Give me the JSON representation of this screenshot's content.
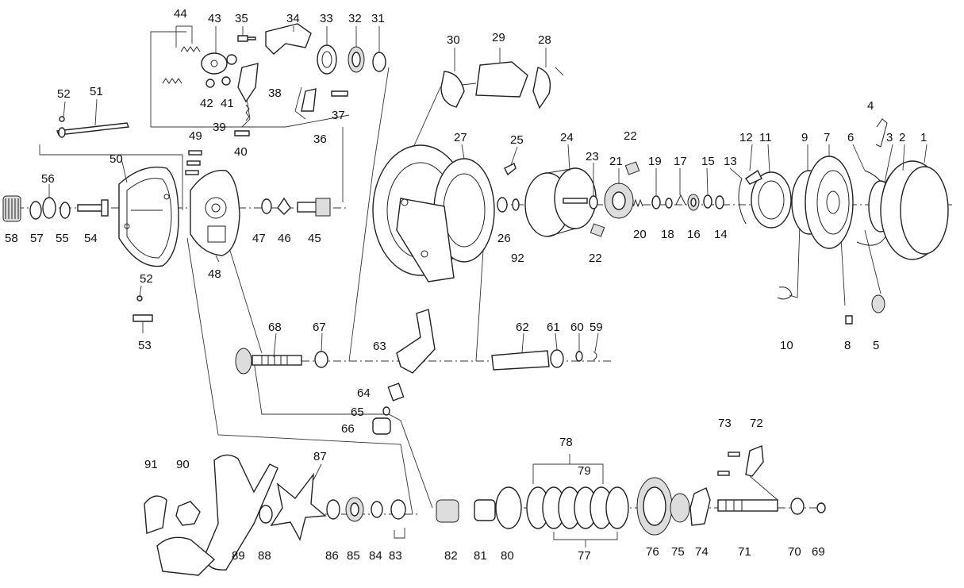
{
  "diagram": {
    "labels": [
      {
        "id": "1",
        "text": "1"
      },
      {
        "id": "2",
        "text": "2"
      },
      {
        "id": "3",
        "text": "3"
      },
      {
        "id": "4",
        "text": "4"
      },
      {
        "id": "5",
        "text": "5"
      },
      {
        "id": "6",
        "text": "6"
      },
      {
        "id": "7",
        "text": "7"
      },
      {
        "id": "8",
        "text": "8"
      },
      {
        "id": "9",
        "text": "9"
      },
      {
        "id": "10",
        "text": "10"
      },
      {
        "id": "11",
        "text": "11"
      },
      {
        "id": "12",
        "text": "12"
      },
      {
        "id": "13",
        "text": "13"
      },
      {
        "id": "14",
        "text": "14"
      },
      {
        "id": "15",
        "text": "15"
      },
      {
        "id": "16",
        "text": "16"
      },
      {
        "id": "17",
        "text": "17"
      },
      {
        "id": "18",
        "text": "18"
      },
      {
        "id": "19",
        "text": "19"
      },
      {
        "id": "20",
        "text": "20"
      },
      {
        "id": "21",
        "text": "21"
      },
      {
        "id": "22a",
        "text": "22"
      },
      {
        "id": "22b",
        "text": "22"
      },
      {
        "id": "23",
        "text": "23"
      },
      {
        "id": "24",
        "text": "24"
      },
      {
        "id": "25",
        "text": "25"
      },
      {
        "id": "26",
        "text": "26"
      },
      {
        "id": "27",
        "text": "27"
      },
      {
        "id": "28",
        "text": "28"
      },
      {
        "id": "29",
        "text": "29"
      },
      {
        "id": "30",
        "text": "30"
      },
      {
        "id": "31",
        "text": "31"
      },
      {
        "id": "32",
        "text": "32"
      },
      {
        "id": "33",
        "text": "33"
      },
      {
        "id": "34",
        "text": "34"
      },
      {
        "id": "35",
        "text": "35"
      },
      {
        "id": "36",
        "text": "36"
      },
      {
        "id": "37",
        "text": "37"
      },
      {
        "id": "38",
        "text": "38"
      },
      {
        "id": "39",
        "text": "39"
      },
      {
        "id": "40",
        "text": "40"
      },
      {
        "id": "41",
        "text": "41"
      },
      {
        "id": "42",
        "text": "42"
      },
      {
        "id": "43",
        "text": "43"
      },
      {
        "id": "44",
        "text": "44"
      },
      {
        "id": "45",
        "text": "45"
      },
      {
        "id": "46",
        "text": "46"
      },
      {
        "id": "47",
        "text": "47"
      },
      {
        "id": "48",
        "text": "48"
      },
      {
        "id": "49",
        "text": "49"
      },
      {
        "id": "50",
        "text": "50"
      },
      {
        "id": "51",
        "text": "51"
      },
      {
        "id": "52a",
        "text": "52"
      },
      {
        "id": "52b",
        "text": "52"
      },
      {
        "id": "53",
        "text": "53"
      },
      {
        "id": "54",
        "text": "54"
      },
      {
        "id": "55",
        "text": "55"
      },
      {
        "id": "56",
        "text": "56"
      },
      {
        "id": "57",
        "text": "57"
      },
      {
        "id": "58",
        "text": "58"
      },
      {
        "id": "59",
        "text": "59"
      },
      {
        "id": "60",
        "text": "60"
      },
      {
        "id": "61",
        "text": "61"
      },
      {
        "id": "62",
        "text": "62"
      },
      {
        "id": "63",
        "text": "63"
      },
      {
        "id": "64",
        "text": "64"
      },
      {
        "id": "65",
        "text": "65"
      },
      {
        "id": "66",
        "text": "66"
      },
      {
        "id": "67",
        "text": "67"
      },
      {
        "id": "68",
        "text": "68"
      },
      {
        "id": "69",
        "text": "69"
      },
      {
        "id": "70",
        "text": "70"
      },
      {
        "id": "71",
        "text": "71"
      },
      {
        "id": "72",
        "text": "72"
      },
      {
        "id": "73",
        "text": "73"
      },
      {
        "id": "74",
        "text": "74"
      },
      {
        "id": "75",
        "text": "75"
      },
      {
        "id": "76",
        "text": "76"
      },
      {
        "id": "77",
        "text": "77"
      },
      {
        "id": "78",
        "text": "78"
      },
      {
        "id": "79",
        "text": "79"
      },
      {
        "id": "80",
        "text": "80"
      },
      {
        "id": "81",
        "text": "81"
      },
      {
        "id": "82",
        "text": "82"
      },
      {
        "id": "83",
        "text": "83"
      },
      {
        "id": "84",
        "text": "84"
      },
      {
        "id": "85",
        "text": "85"
      },
      {
        "id": "86",
        "text": "86"
      },
      {
        "id": "87",
        "text": "87"
      },
      {
        "id": "88",
        "text": "88"
      },
      {
        "id": "89",
        "text": "89"
      },
      {
        "id": "90",
        "text": "90"
      },
      {
        "id": "91",
        "text": "91"
      },
      {
        "id": "92",
        "text": "92"
      }
    ]
  }
}
